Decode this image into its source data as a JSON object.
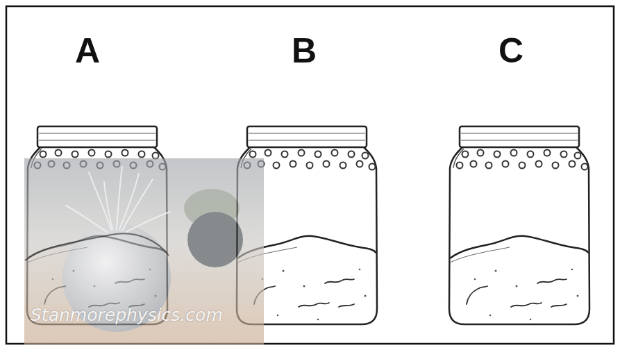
{
  "diagram": {
    "labels": [
      "A",
      "B",
      "C",
      "Stanmorephysics.com"
    ]
  }
}
